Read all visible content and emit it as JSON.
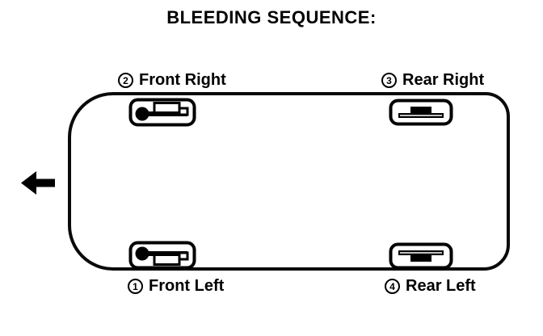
{
  "title": "BLEEDING SEQUENCE:",
  "diagram": {
    "description": "Top view of vehicle showing brake bleeding order at each wheel",
    "front_direction": "left",
    "wheels": [
      {
        "step": "1",
        "circled_step": "①",
        "label": "Front Left",
        "position": "bottom-left",
        "brake_icon": "front-brake-caliper"
      },
      {
        "step": "2",
        "circled_step": "②",
        "label": "Front Right",
        "position": "top-left",
        "brake_icon": "front-brake-caliper"
      },
      {
        "step": "3",
        "circled_step": "③",
        "label": "Rear Right",
        "position": "top-right",
        "brake_icon": "rear-wheel-cylinder"
      },
      {
        "step": "4",
        "circled_step": "④",
        "label": "Rear Left",
        "position": "bottom-right",
        "brake_icon": "rear-wheel-cylinder"
      }
    ]
  },
  "colors": {
    "line": "#000000",
    "background": "#ffffff"
  }
}
